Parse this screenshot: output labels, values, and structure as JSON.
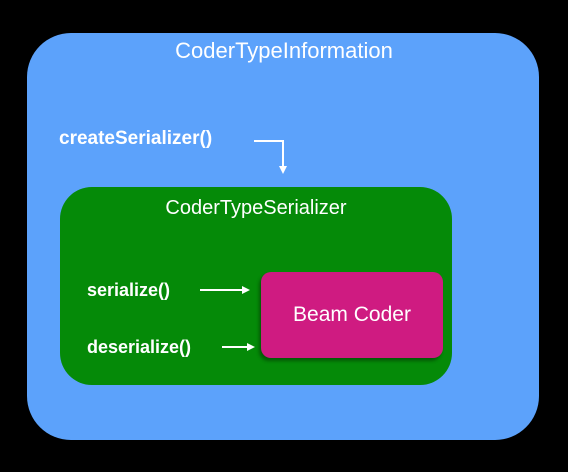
{
  "diagram": {
    "outer": {
      "title": "CoderTypeInformation",
      "method": "createSerializer()",
      "color": "#5ca2fb"
    },
    "inner": {
      "title": "CoderTypeSerializer",
      "methods": [
        "serialize()",
        "deserialize()"
      ],
      "color": "#058a08"
    },
    "core": {
      "label": "Beam Coder",
      "color": "#cf1b81"
    },
    "background": "#000000",
    "text_color": "#ffffff"
  }
}
